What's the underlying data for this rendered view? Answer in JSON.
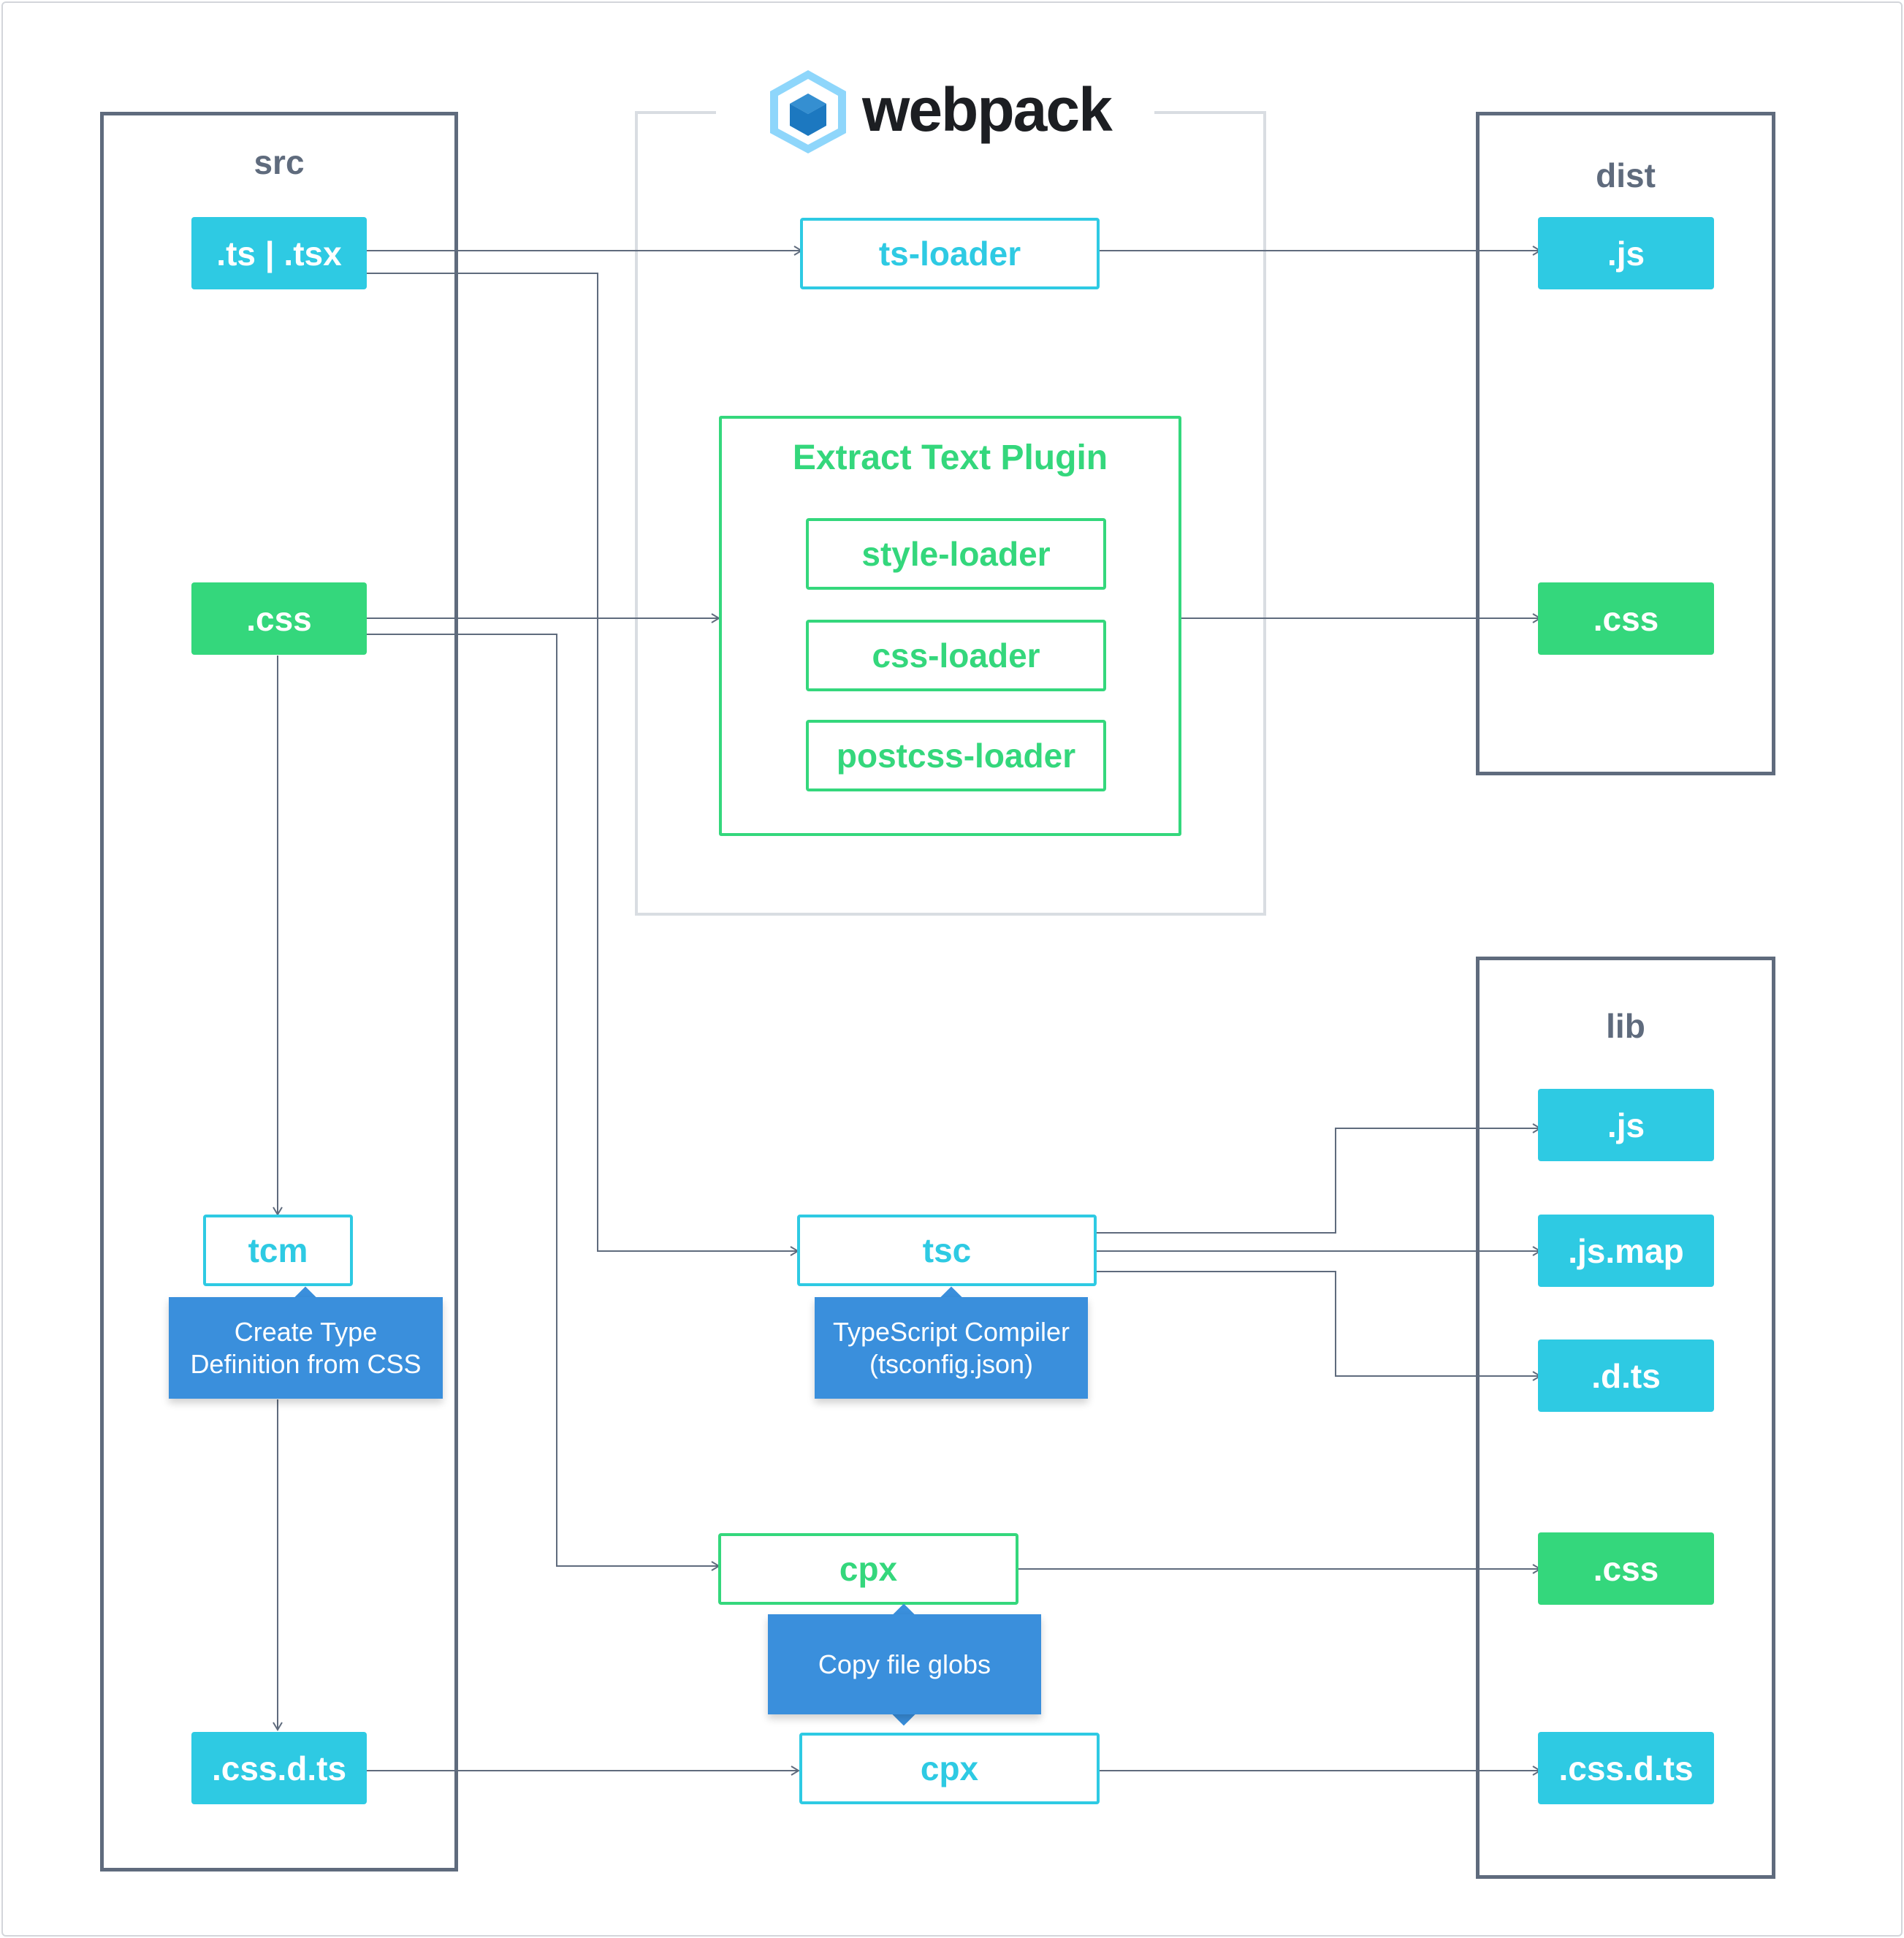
{
  "logo": {
    "name": "webpack-cube-icon",
    "word": "webpack"
  },
  "colors": {
    "panel_border": "#5f6b7d",
    "blue": "#2ecae3",
    "green": "#34d77c",
    "callout": "#3a8fdc",
    "wire": "#5f6b7d"
  },
  "src": {
    "title": "src",
    "ts_tsx": ".ts | .tsx",
    "css": ".css",
    "css_d_ts": ".css.d.ts"
  },
  "webpack": {
    "ts_loader": "ts-loader",
    "plugin": {
      "title": "Extract Text Plugin",
      "style_loader": "style-loader",
      "css_loader": "css-loader",
      "postcss_loader": "postcss-loader"
    }
  },
  "dist": {
    "title": "dist",
    "js": ".js",
    "css": ".css"
  },
  "lib": {
    "title": "lib",
    "js": ".js",
    "js_map": ".js.map",
    "d_ts": ".d.ts",
    "css": ".css",
    "css_d_ts": ".css.d.ts"
  },
  "tools": {
    "tcm": "tcm",
    "tsc": "tsc",
    "cpx_css": "cpx",
    "cpx_dts": "cpx"
  },
  "callouts": {
    "tcm": {
      "line1": "Create Type",
      "line2": "Definition from CSS"
    },
    "tsc": {
      "line1": "TypeScript Compiler",
      "line2": "(tsconfig.json)"
    },
    "cpx": {
      "line1": "Copy file globs"
    }
  }
}
